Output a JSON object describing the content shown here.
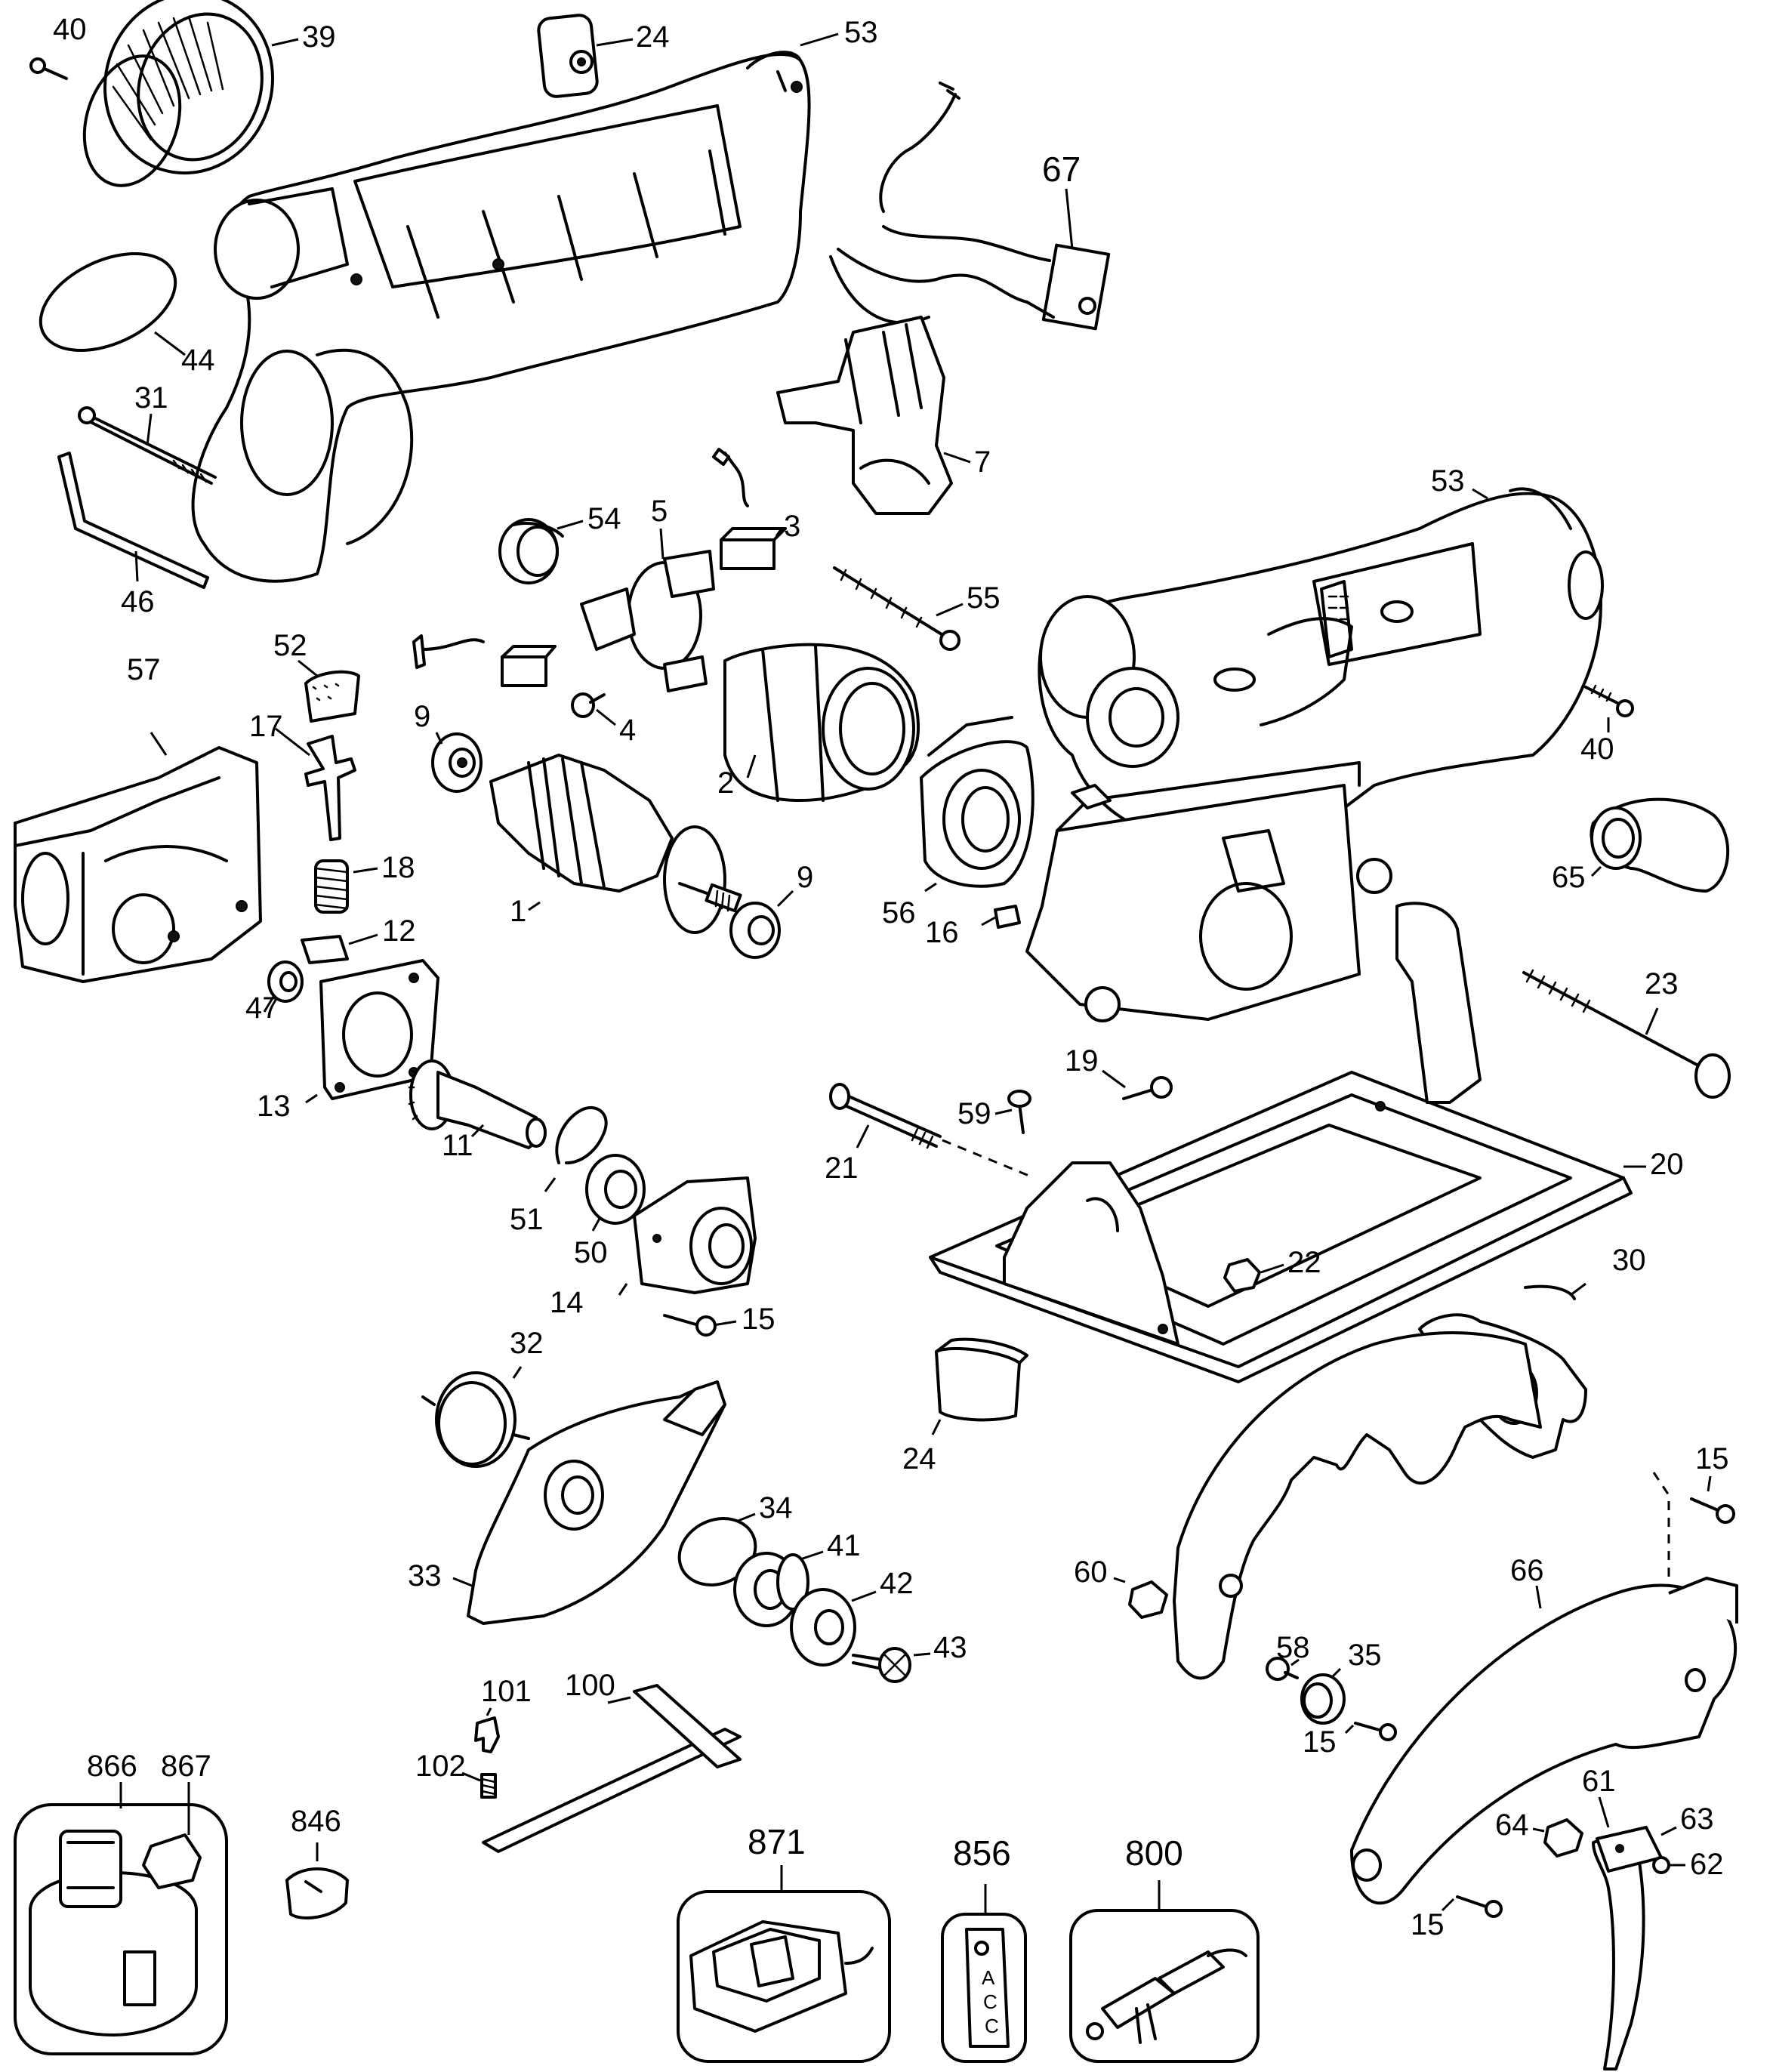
{
  "labels": {
    "p40a": "40",
    "p39": "39",
    "p24a": "24",
    "p53a": "53",
    "p67": "67",
    "p44": "44",
    "p31": "31",
    "p46": "46",
    "p7": "7",
    "p54": "54",
    "p5": "5",
    "p3": "3",
    "p55": "55",
    "p53b": "53",
    "p52": "52",
    "p57": "57",
    "p17": "17",
    "p9a": "9",
    "p4": "4",
    "p2": "2",
    "p40b": "40",
    "p18": "18",
    "p1": "1",
    "p9b": "9",
    "p56": "56",
    "p65": "65",
    "p12": "12",
    "p16": "16",
    "p47": "47",
    "p13": "13",
    "p23": "23",
    "p19": "19",
    "p59": "59",
    "p21": "21",
    "p20": "20",
    "p11": "11",
    "p51": "51",
    "p50": "50",
    "p22": "22",
    "p14": "14",
    "p15a": "15",
    "p30": "30",
    "p32": "32",
    "p24b": "24",
    "p15b": "15",
    "p34": "34",
    "p41": "41",
    "p33": "33",
    "p42": "42",
    "p60": "60",
    "p66": "66",
    "p43": "43",
    "p58": "58",
    "p35": "35",
    "p15c": "15",
    "p101": "101",
    "p100": "100",
    "p102": "102",
    "p866": "866",
    "p867": "867",
    "p846": "846",
    "p871": "871",
    "p856": "856",
    "p800": "800",
    "p61": "61",
    "p64": "64",
    "p63": "63",
    "p62": "62",
    "p15d": "15"
  },
  "tag_text": {
    "line1": "A",
    "line2": "C",
    "line3": "C"
  },
  "line_color": "#000000",
  "background_color": "#ffffff"
}
